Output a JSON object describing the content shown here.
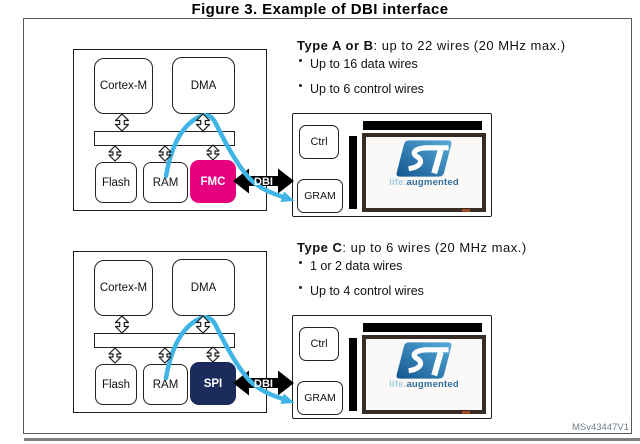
{
  "figure": {
    "title": "Figure 3. Example of DBI interface",
    "reference": "MSv43447V1"
  },
  "panels": [
    {
      "heading": {
        "bold": "Type A or B",
        "rest": ": up to 22 wires (20 MHz max.)"
      },
      "bullets": [
        "Up to 16 data wires",
        "Up to 6 control wires"
      ],
      "blocks": {
        "cpu": "Cortex-M",
        "dma": "DMA",
        "flash": "Flash",
        "ram": "RAM",
        "interface": "FMC"
      },
      "link_label": "DBI",
      "display": {
        "ctrl": "Ctrl",
        "gram": "GRAM",
        "caption_light": "life.",
        "caption_dark": "augmented"
      },
      "interface_fill": "#E6007E"
    },
    {
      "heading": {
        "bold": "Type C",
        "rest": ": up to 6 wires (20 MHz max.)"
      },
      "bullets": [
        "1 or 2 data wires",
        "Up to 4 control wires"
      ],
      "blocks": {
        "cpu": "Cortex-M",
        "dma": "DMA",
        "flash": "Flash",
        "ram": "RAM",
        "interface": "SPI"
      },
      "link_label": "DBI",
      "display": {
        "ctrl": "Ctrl",
        "gram": "GRAM",
        "caption_light": "life.",
        "caption_dark": "augmented"
      },
      "interface_fill": "#1B2B5C"
    }
  ],
  "colors": {
    "flow_curve_blue": "#3FB4E6",
    "fmc_pink": "#E6007E",
    "spi_navy": "#1B2B5C",
    "logo_blue_top": "#56ACDC",
    "logo_blue_bottom": "#14568F",
    "caption_light_blue": "#A6CCE4",
    "caption_dark_blue": "#31709E"
  }
}
